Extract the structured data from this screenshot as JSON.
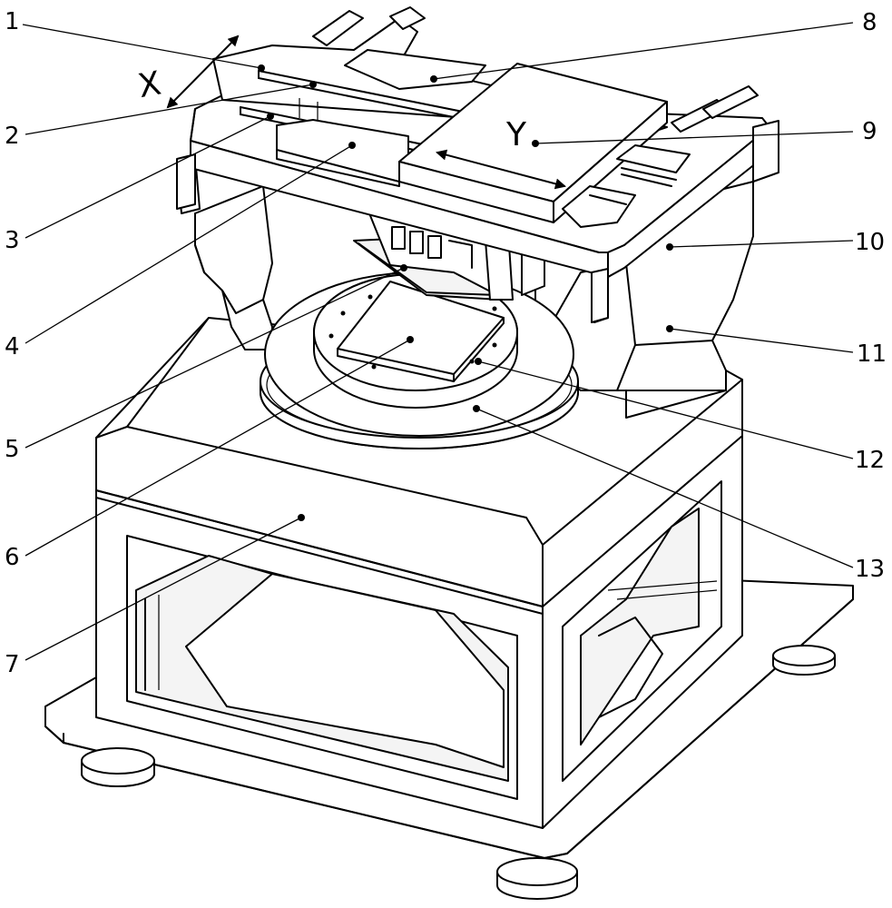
{
  "figure": {
    "axis_labels": {
      "x": "X",
      "y": "Y"
    },
    "callouts": [
      "1",
      "2",
      "3",
      "4",
      "5",
      "6",
      "7",
      "8",
      "9",
      "10",
      "11",
      "12",
      "13"
    ]
  }
}
